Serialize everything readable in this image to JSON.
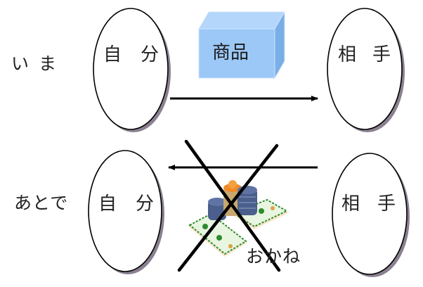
{
  "rows": [
    {
      "time_label": "いま",
      "left_party": {
        "char1": "自",
        "char2": "分"
      },
      "right_party": {
        "char1": "相",
        "char2": "手"
      },
      "item": {
        "label": "商品",
        "icon": "box-icon",
        "color": "#9cc8f7"
      },
      "arrow_direction": "left-to-right"
    },
    {
      "time_label": "あとで",
      "left_party": {
        "char1": "自",
        "char2": "分"
      },
      "right_party": {
        "char1": "相",
        "char2": "手"
      },
      "item": {
        "label": "おかね",
        "icon": "money-icon"
      },
      "arrow_direction": "right-to-left",
      "crossed_out": true
    }
  ],
  "colors": {
    "line": "#000000",
    "ellipse_shadow": "#8a8090",
    "cube_front": "#9cc8f7",
    "cube_top": "#b3d6fa",
    "cube_side": "#7aaee6",
    "bill_green": "#2e8b2e",
    "bill_bg": "#fbe6cc",
    "coin_blue": "#4b5f8c",
    "coin_orange": "#f08a28"
  }
}
